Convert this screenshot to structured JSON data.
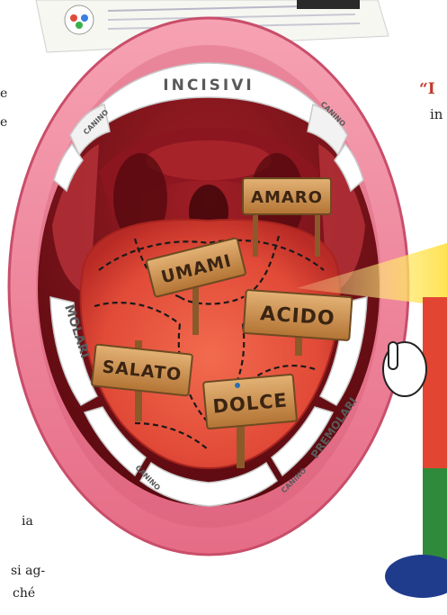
{
  "labels": {
    "incisivi": "INCISIVI",
    "canino_top_left": "CANINO",
    "canino_top_right": "CANINO",
    "canino_bottom_left": "CANINO",
    "canino_bottom_right": "CANINO",
    "molari": "MOLARI",
    "premolari": "PREMOLARI"
  },
  "signs": {
    "amaro": "AMARO",
    "umami": "UMAMI",
    "acido": "ACIDO",
    "salato": "SALATO",
    "dolce": "DOLCE"
  },
  "side_fragments": {
    "left_e1": "e",
    "left_e2": "e",
    "left_ia": "ia",
    "left_si_ag": "si ag-",
    "left_che": "ché",
    "right_quote": "“I",
    "right_in": "in"
  },
  "colors": {
    "lip": "#f08aa0",
    "mouth_dark": "#6e0d14",
    "tongue": "#e8513b",
    "sign_wood": "#c98a44",
    "beam": "#ffe36b"
  }
}
